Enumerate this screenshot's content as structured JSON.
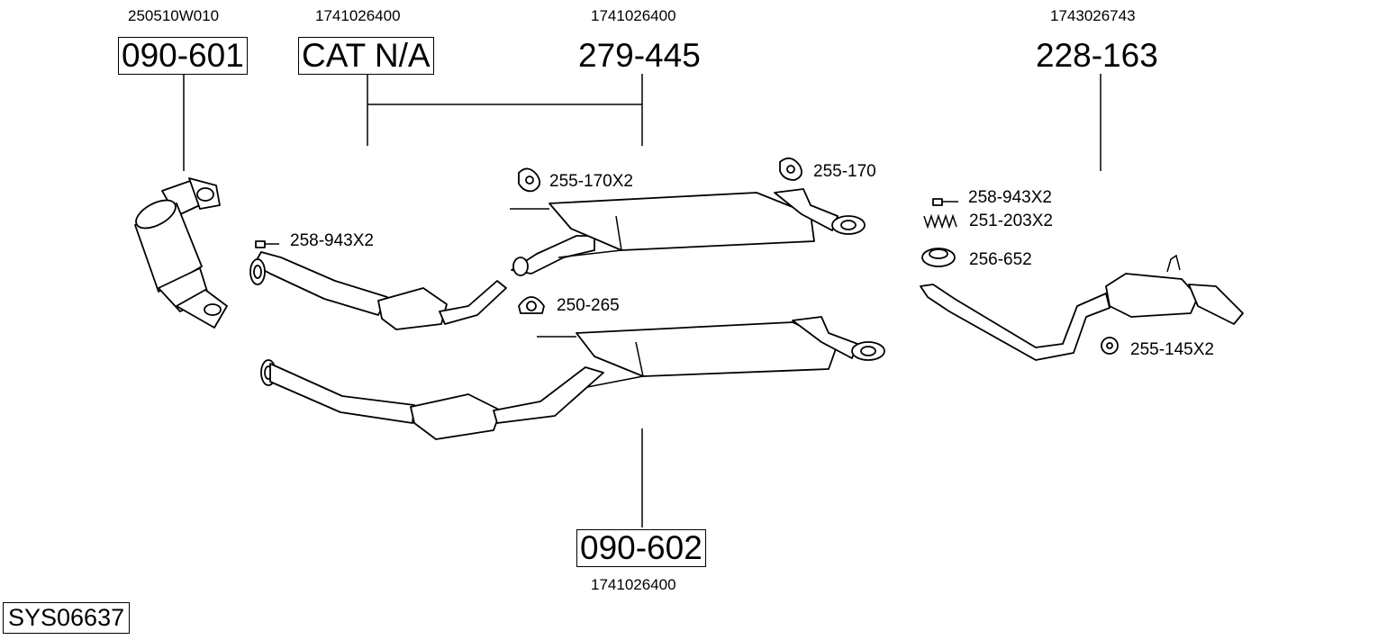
{
  "parts": [
    {
      "number": "090-601",
      "oem": "250510W010",
      "boxed": true
    },
    {
      "number": "CAT N/A",
      "oem": "1741026400",
      "boxed": true
    },
    {
      "number": "279-445",
      "oem": "1741026400",
      "boxed": false
    },
    {
      "number": "228-163",
      "oem": "1743026743",
      "boxed": false
    },
    {
      "number": "090-602",
      "oem": "1741026400",
      "boxed": true
    }
  ],
  "accessories": [
    {
      "label": "255-170X2",
      "icon": "rubber-hanger-icon"
    },
    {
      "label": "255-170",
      "icon": "rubber-hanger-icon"
    },
    {
      "label": "258-943X2",
      "icon": "bolt-icon"
    },
    {
      "label": "250-265",
      "icon": "pipe-clamp-icon"
    },
    {
      "label": "258-943X2",
      "icon": "bolt-icon"
    },
    {
      "label": "251-203X2",
      "icon": "spring-icon"
    },
    {
      "label": "256-652",
      "icon": "gasket-ring-icon"
    },
    {
      "label": "255-145X2",
      "icon": "rubber-mount-icon"
    }
  ],
  "system_id": "SYS06637"
}
